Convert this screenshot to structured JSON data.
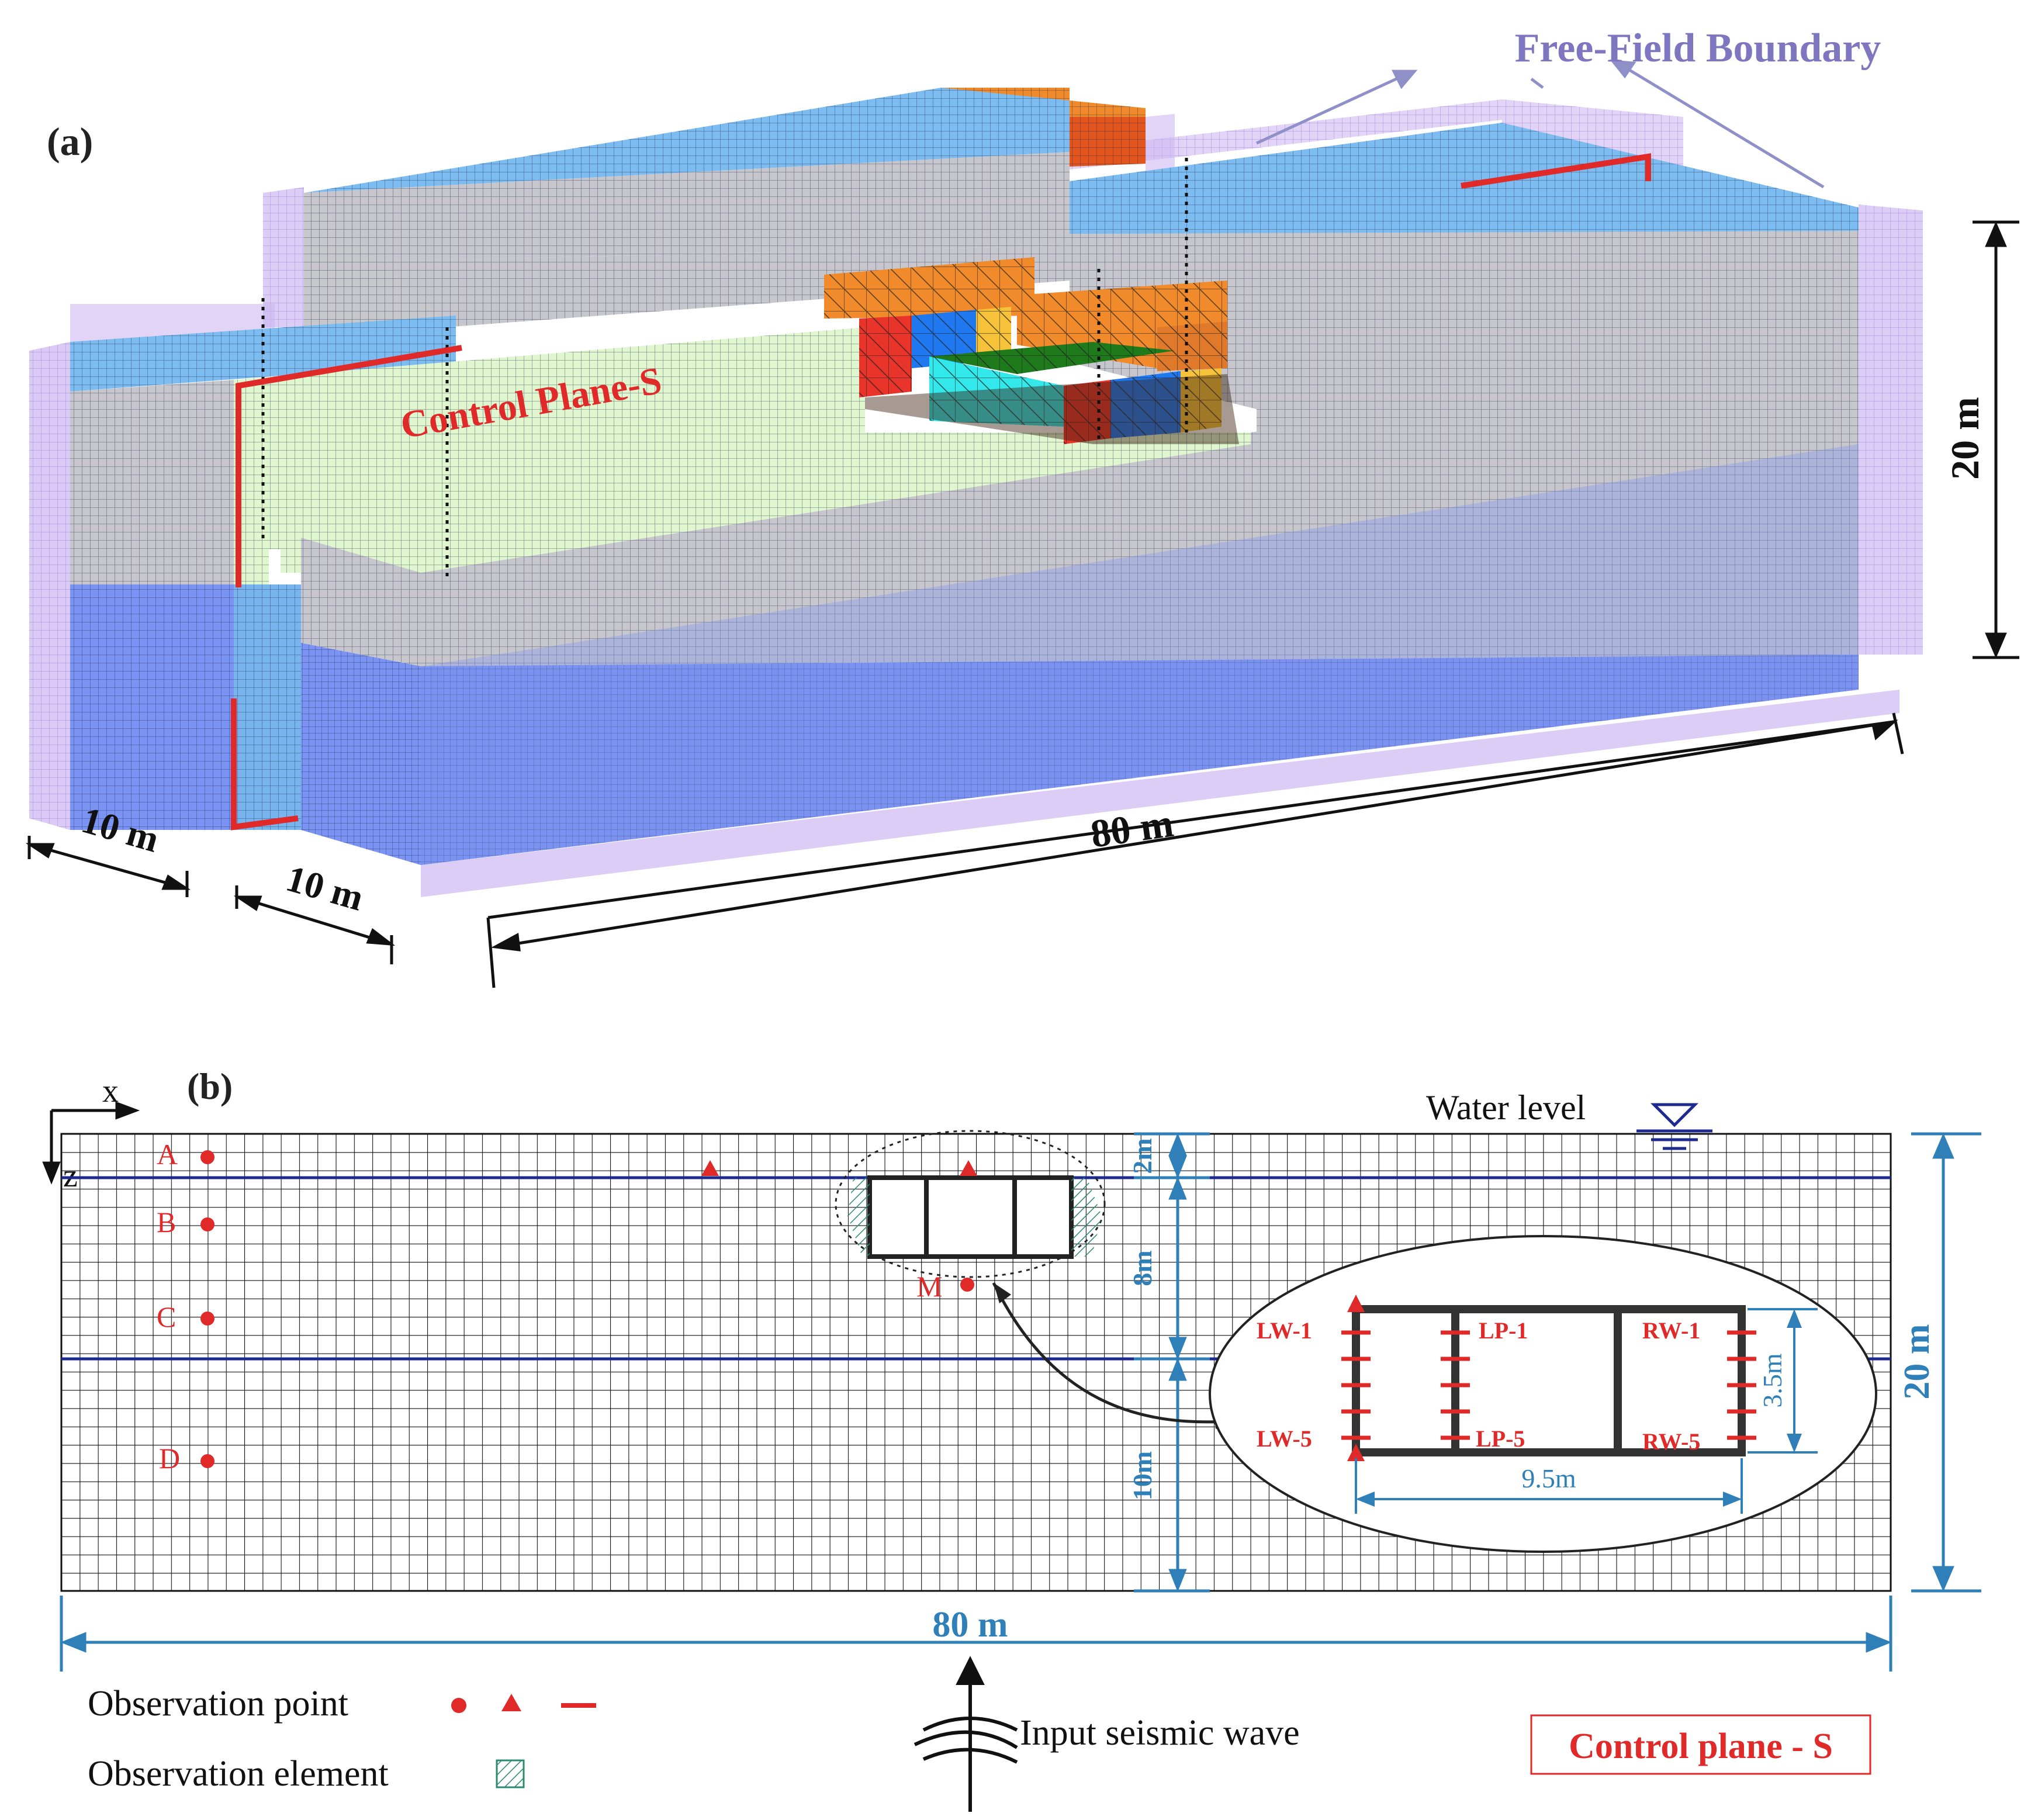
{
  "panel_a": {
    "label": "(a)",
    "free_field_boundary": "Free-Field Boundary",
    "control_plane": "Control Plane-S",
    "dim_height": "20 m",
    "dim_length": "80 m",
    "dim_width_1": "10 m",
    "dim_width_2": "10 m"
  },
  "panel_b": {
    "label": "(b)",
    "axis_x": "x",
    "axis_z": "z",
    "water_level": "Water level",
    "points": [
      "A",
      "B",
      "C",
      "D",
      "M"
    ],
    "dim_2m": "2m",
    "dim_8m": "8m",
    "dim_10m": "10m",
    "dim_20m": "20 m",
    "dim_80m": "80 m",
    "dim_3_5m": "3.5m",
    "dim_9_5m": "9.5m",
    "inset_labels": [
      "LW-1",
      "LW-5",
      "LP-1",
      "LP-5",
      "RW-1",
      "RW-5"
    ]
  },
  "legend": {
    "observation_point": "Observation point",
    "observation_element": "Observation element",
    "input_wave": "Input seismic wave",
    "control_plane": "Control plane - S"
  },
  "colors": {
    "soil_blue": "#7b93f2",
    "soil_light_blue": "#78b4ee",
    "soil_grey": "#c6c6cc",
    "soil_green": "#dff6cf",
    "boundary_purple": "#cdb8f2",
    "orange": "#f08a2a",
    "red": "#e8342a",
    "structure_blue": "#1f78f0",
    "cyan": "#33e8ea",
    "green": "#1f7a1c",
    "yellow": "#f5c23a",
    "annot_red": "#e02a2a",
    "dim_blue": "#2f7fb8",
    "water_line": "#1d2a8f",
    "label_purple": "#7f76c0"
  }
}
